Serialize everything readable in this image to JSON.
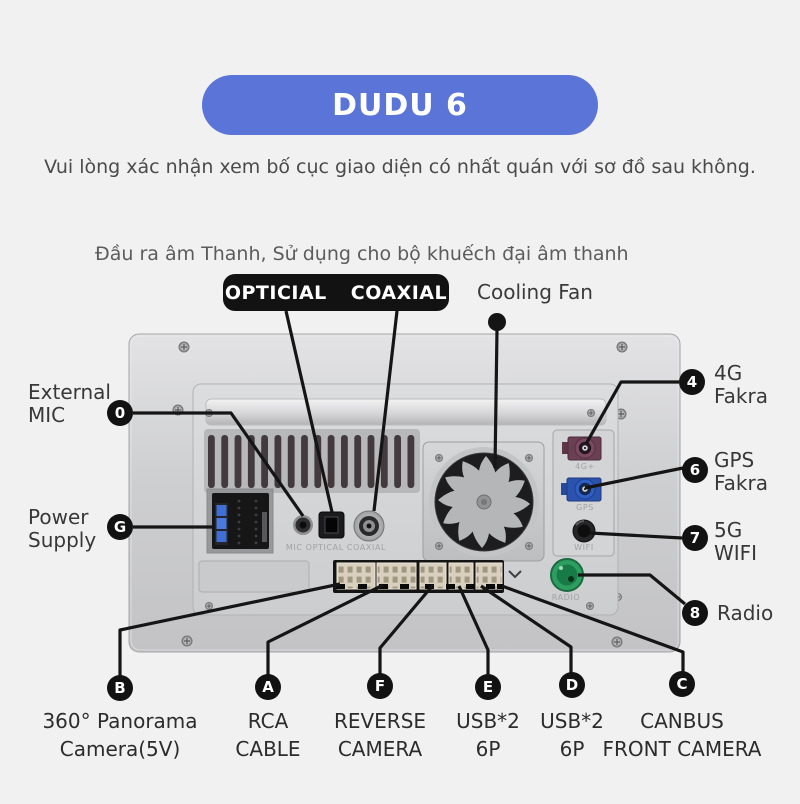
{
  "header": {
    "title": "DUDU 6",
    "subtitle": "Vui lòng xác nhận xem bố cục giao diện có nhất quán với sơ đồ sau không."
  },
  "section_note": "Đầu ra âm Thanh, Sử dụng cho bộ khuếch đại âm thanh",
  "top_labels": {
    "optical": "OPTICIAL",
    "coaxial": "COAXIAL",
    "cooling_fan": "Cooling Fan"
  },
  "device": {
    "engravings": {
      "connector_row": "MIC   OPTICAL   COAXIAL",
      "fakra_4g": "4G+",
      "fakra_gps": "GPS",
      "wifi": "WIFI",
      "radio": "RADIO"
    }
  },
  "callouts": {
    "external_mic": {
      "id": "0",
      "line1": "External",
      "line2": "MIC"
    },
    "power_supply": {
      "id": "G",
      "line1": "Power",
      "line2": "Supply"
    },
    "fakra_4g": {
      "id": "4",
      "line1": "4G",
      "line2": "Fakra"
    },
    "fakra_gps": {
      "id": "6",
      "line1": "GPS",
      "line2": "Fakra"
    },
    "wifi_5g": {
      "id": "7",
      "line1": "5G",
      "line2": "WIFI"
    },
    "radio": {
      "id": "8",
      "line1": "Radio"
    },
    "panorama_camera": {
      "id": "B",
      "line1": "360° Panorama",
      "line2": "Camera(5V)"
    },
    "rca_cable": {
      "id": "A",
      "line1": "RCA",
      "line2": "CABLE"
    },
    "reverse_camera": {
      "id": "F",
      "line1": "REVERSE",
      "line2": "CAMERA"
    },
    "usb_e": {
      "id": "E",
      "line1": "USB*2",
      "line2": "6P"
    },
    "usb_d": {
      "id": "D",
      "line1": "USB*2",
      "line2": "6P"
    },
    "canbus_front_camera": {
      "id": "C",
      "line1": "CANBUS",
      "line2": "FRONT CAMERA"
    }
  },
  "colors": {
    "accent_blue": "#5a74d8",
    "callout_black": "#121212",
    "fakra_4g_plum": "#6e4157",
    "fakra_gps_blue": "#2b5ec1",
    "radio_green": "#2fa464"
  }
}
